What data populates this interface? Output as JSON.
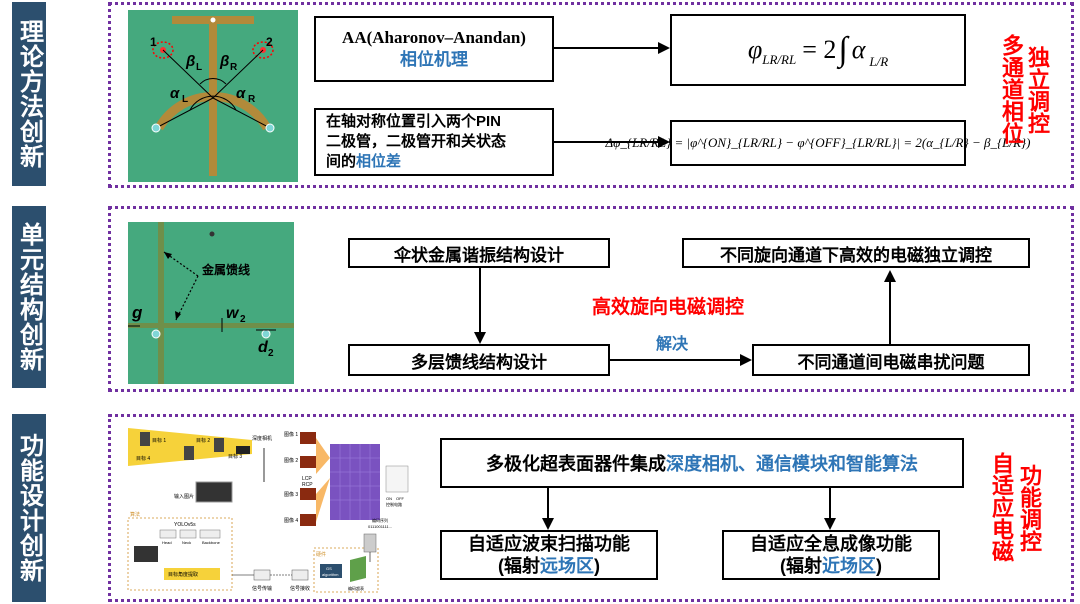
{
  "sidebar": {
    "theory": "理论方法创新",
    "unit": "单元结构创新",
    "function": "功能设计创新"
  },
  "section1": {
    "img_labels": {
      "port1": "1",
      "port2": "2",
      "beta_l": "β",
      "beta_l_sub": "L",
      "beta_r": "β",
      "beta_r_sub": "R",
      "alpha_l": "α",
      "alpha_l_sub": "L",
      "alpha_r": "α",
      "alpha_r_sub": "R"
    },
    "box_aa_line1": "AA(Aharonov–Anandan)",
    "box_aa_line2": "相位机理",
    "formula1_lhs": "φ",
    "formula1_lhs_sub": "LR/RL",
    "formula1_eq": "= 2",
    "formula1_int": "∫",
    "formula1_alpha": "α",
    "formula1_alpha_sub": "L/R",
    "box_pin_line1": "在轴对称位置引入两个PIN",
    "box_pin_line2": "二极管，二极管开和关状态",
    "box_pin_line3a": "间的",
    "box_pin_line3b": "相位差",
    "formula2": "Δφ_{LR/RL} = |φ^{ON}_{LR/RL} − φ^{OFF}_{LR/RL}| = 2(α_{L/R} − β_{L/R})",
    "label_left": "多通道相位",
    "label_right": "独立调控"
  },
  "section2": {
    "img_labels": {
      "feed": "金属馈线",
      "g": "g",
      "w2": "w",
      "w2_sub": "2",
      "d2": "d",
      "d2_sub": "2"
    },
    "box_umbrella": "伞状金属谐振结构设计",
    "box_multilayer": "多层馈线结构设计",
    "box_independent": "不同旋向通道下高效的电磁独立调控",
    "box_crosstalk": "不同通道间电磁串扰问题",
    "center_text": "高效旋向电磁调控",
    "solve": "解决"
  },
  "section3": {
    "img_labels": {
      "person1": "目标 1",
      "person2": "目标 2",
      "person3": "目标 3",
      "person4": "目标 4",
      "depth_camera": "深度相机",
      "input_image": "输入图片",
      "algo": "算法",
      "yolo": "YOLOv5s",
      "head": "Head",
      "neck": "Neck",
      "backbone": "Backbone",
      "angle": "目标角度提取",
      "signal_send": "信号传输",
      "signal_recv": "信号接收",
      "hw": "硬件",
      "gs": "GS",
      "gs2": "algorithm",
      "meta": "编码超表",
      "img1": "图像 1",
      "img2": "图像 2",
      "img3": "图像 3",
      "img4": "图像 4",
      "lcp": "LCP",
      "rcp": "RCP",
      "code_seq": "编码序列",
      "code_val": "0111001111...",
      "on": "ON",
      "off": "OFF",
      "circuit": "控制电路"
    },
    "box_integration_a": "多极化超表面器件集成",
    "box_integration_b": "深度相机、通信模块和智能算法",
    "box_beam_line1": "自适应波束扫描功能",
    "box_beam_line2a": "(辐射",
    "box_beam_line2b": "远场区",
    "box_beam_line2c": ")",
    "box_holo_line1": "自适应全息成像功能",
    "box_holo_line2a": "(辐射",
    "box_holo_line2b": "近场区",
    "box_holo_line2c": ")",
    "label_left": "自适应电磁",
    "label_right": "功能调控"
  }
}
